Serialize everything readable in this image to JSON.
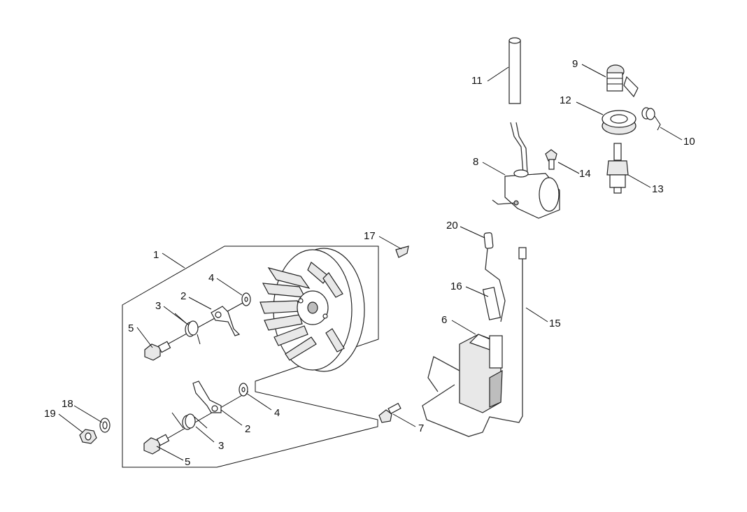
{
  "callouts": {
    "c1": "1",
    "c2a": "2",
    "c2b": "2",
    "c3a": "3",
    "c3b": "3",
    "c4a": "4",
    "c4b": "4",
    "c5a": "5",
    "c5b": "5",
    "c6": "6",
    "c7": "7",
    "c8": "8",
    "c9": "9",
    "c10": "10",
    "c11": "11",
    "c12": "12",
    "c13": "13",
    "c14": "14",
    "c15": "15",
    "c16": "16",
    "c17": "17",
    "c18": "18",
    "c19": "19",
    "c20": "20"
  },
  "colors": {
    "line": "#111111",
    "part_fill": "#ffffff",
    "part_shade": "#e8e8e8",
    "part_dark": "#bdbdbd"
  }
}
